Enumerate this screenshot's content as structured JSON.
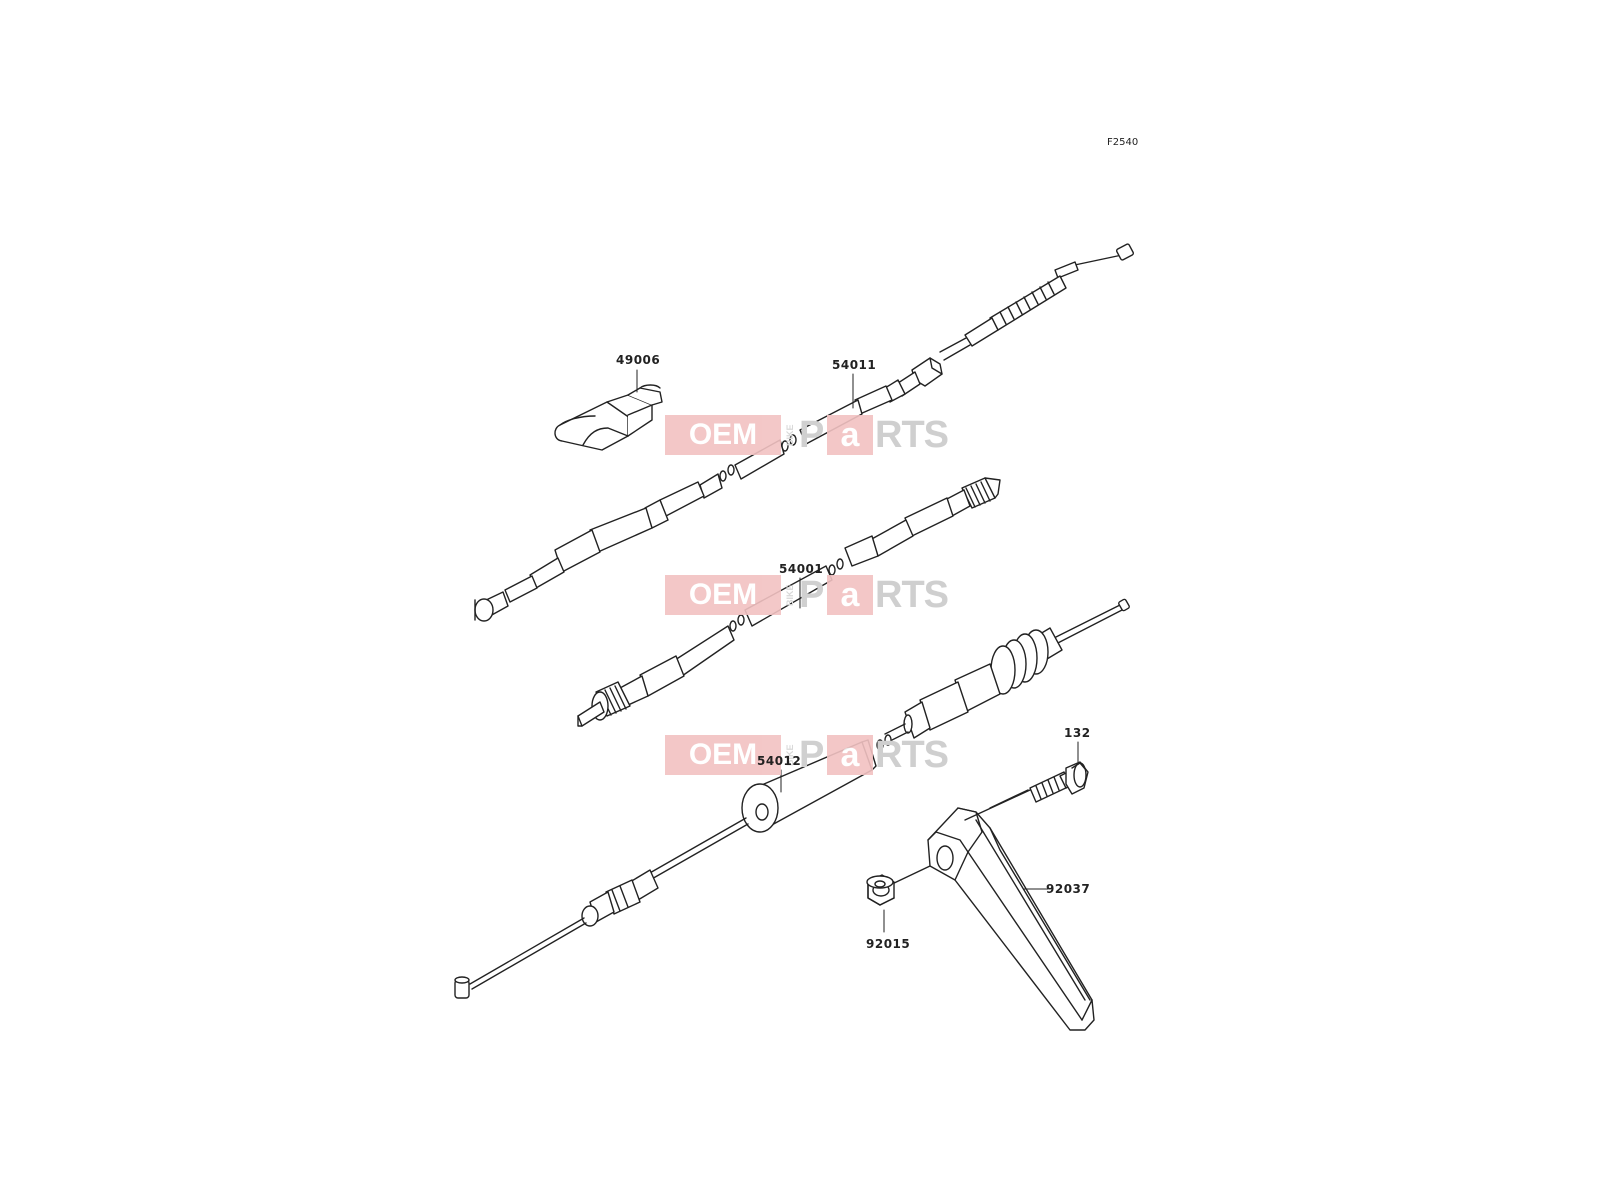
{
  "diagram_code": "F2540",
  "parts": [
    {
      "number": "49006"
    },
    {
      "number": "54011"
    },
    {
      "number": "54001"
    },
    {
      "number": "54012"
    },
    {
      "number": "132"
    },
    {
      "number": "92037"
    },
    {
      "number": "92015"
    }
  ],
  "watermark": {
    "oem": "OEM",
    "bike": "BIKE",
    "p": "P",
    "a": "a",
    "rest": "RTS"
  },
  "colors": {
    "line": "#222222",
    "watermark_accent": "#f2c2c2",
    "watermark_gray": "#cfcfcf"
  }
}
